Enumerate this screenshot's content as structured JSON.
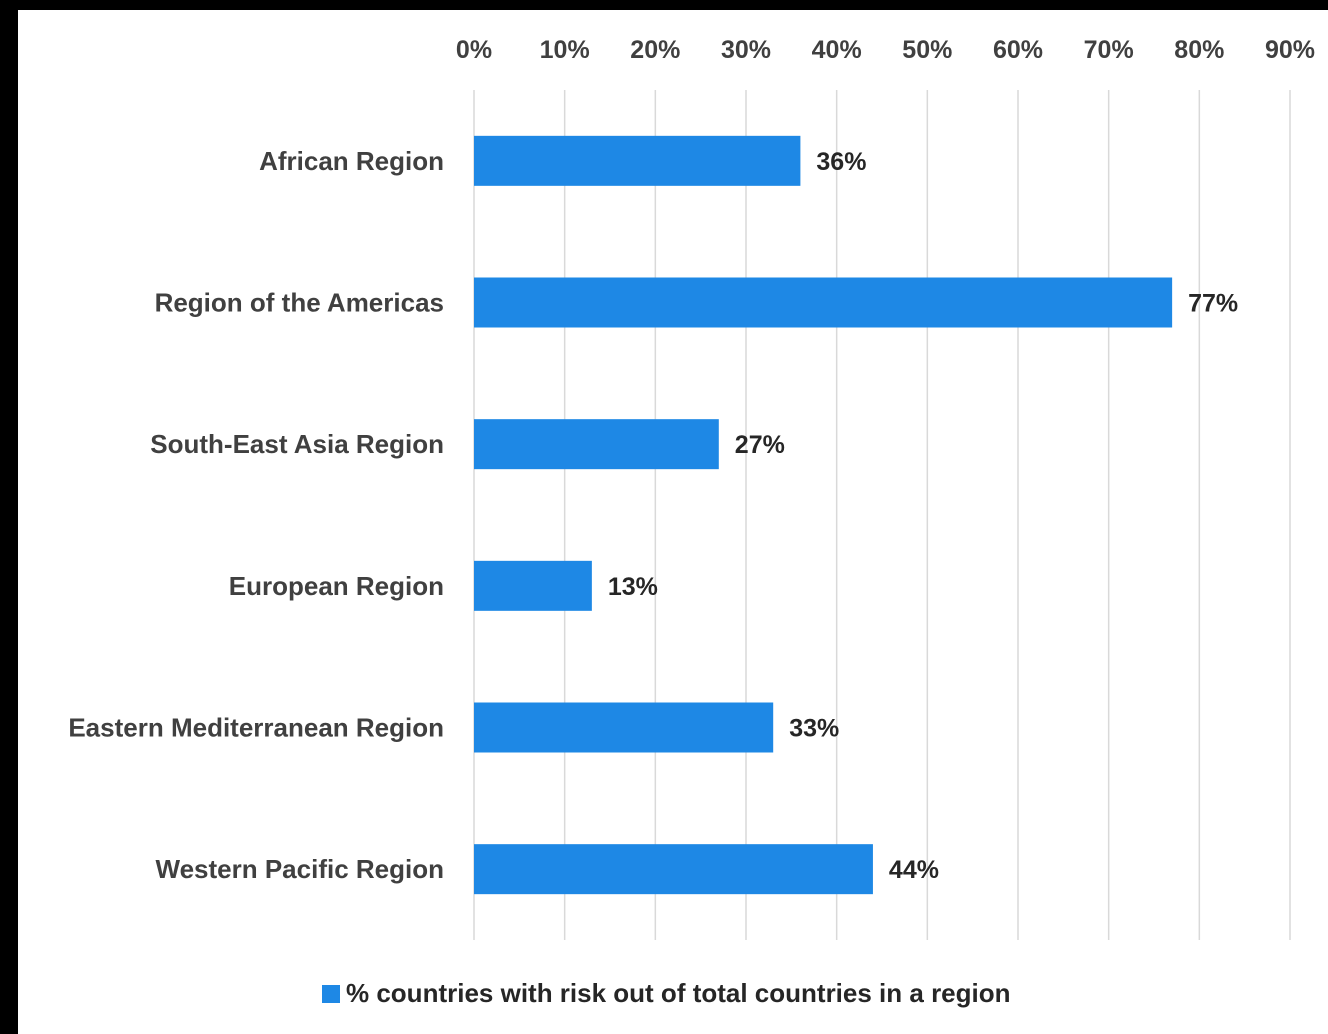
{
  "chart_data": {
    "type": "bar",
    "orientation": "horizontal",
    "categories": [
      "African Region",
      "Region of the Americas",
      "South-East Asia Region",
      "European Region",
      "Eastern Mediterranean Region",
      "Western Pacific Region"
    ],
    "series": [
      {
        "name": "% countries with risk out of total countries in a region",
        "values": [
          36,
          77,
          27,
          13,
          33,
          44
        ],
        "color": "#1E88E5"
      }
    ],
    "data_labels": [
      "36%",
      "77%",
      "27%",
      "13%",
      "33%",
      "44%"
    ],
    "x_ticks": [
      "0%",
      "10%",
      "20%",
      "30%",
      "40%",
      "50%",
      "60%",
      "70%",
      "80%",
      "90%"
    ],
    "xlim": [
      0,
      90
    ],
    "x_axis_position": "top",
    "grid": true,
    "legend_position": "bottom",
    "title": "",
    "xlabel": "",
    "ylabel": ""
  }
}
